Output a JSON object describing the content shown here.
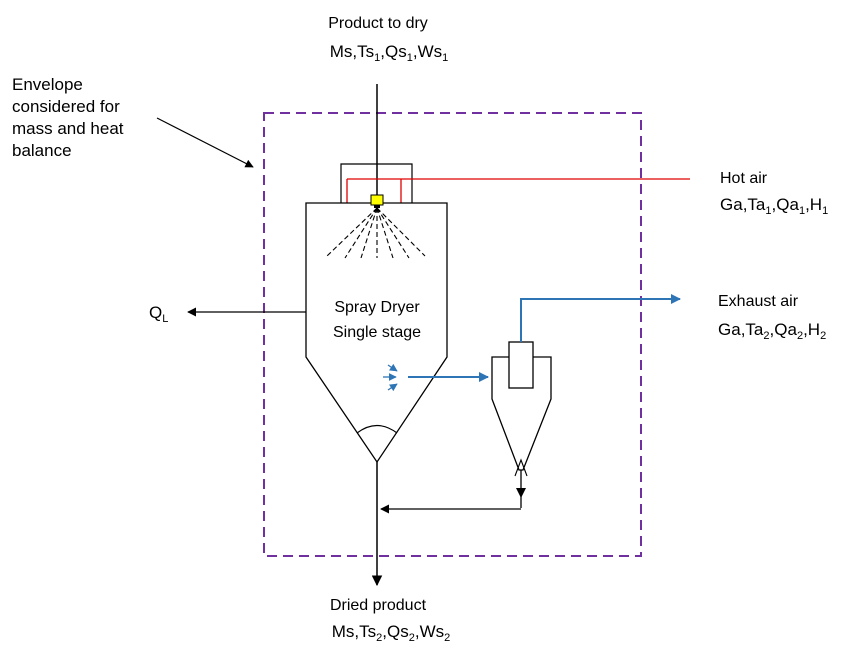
{
  "envelope": {
    "lines": [
      "Envelope",
      "considered for",
      "mass and heat",
      "balance"
    ]
  },
  "product_to_dry": {
    "title": "Product to dry",
    "vars": [
      {
        "base": "Ms",
        "sub": ""
      },
      {
        "base": "Ts",
        "sub": "1"
      },
      {
        "base": "Qs",
        "sub": "1"
      },
      {
        "base": "Ws",
        "sub": "1"
      }
    ]
  },
  "hot_air": {
    "title": "Hot air",
    "vars": [
      {
        "base": "Ga",
        "sub": ""
      },
      {
        "base": "Ta",
        "sub": "1"
      },
      {
        "base": "Qa",
        "sub": "1"
      },
      {
        "base": "H",
        "sub": "1"
      }
    ]
  },
  "exhaust_air": {
    "title": "Exhaust air",
    "vars": [
      {
        "base": "Ga",
        "sub": ""
      },
      {
        "base": "Ta",
        "sub": "2"
      },
      {
        "base": "Qa",
        "sub": "2"
      },
      {
        "base": "H",
        "sub": "2"
      }
    ]
  },
  "dried_product": {
    "title": "Dried product",
    "vars": [
      {
        "base": "Ms",
        "sub": ""
      },
      {
        "base": "Ts",
        "sub": "2"
      },
      {
        "base": "Qs",
        "sub": "2"
      },
      {
        "base": "Ws",
        "sub": "2"
      }
    ]
  },
  "heat_loss": {
    "base": "Q",
    "sub": "L"
  },
  "dryer": {
    "line1": "Spray Dryer",
    "line2": "Single stage"
  },
  "colors": {
    "envelope": "#7030a0",
    "hot_air": "#e00000",
    "exhaust": "#2e75b6",
    "nozzle": "#ffff00",
    "lines": "#000000"
  }
}
